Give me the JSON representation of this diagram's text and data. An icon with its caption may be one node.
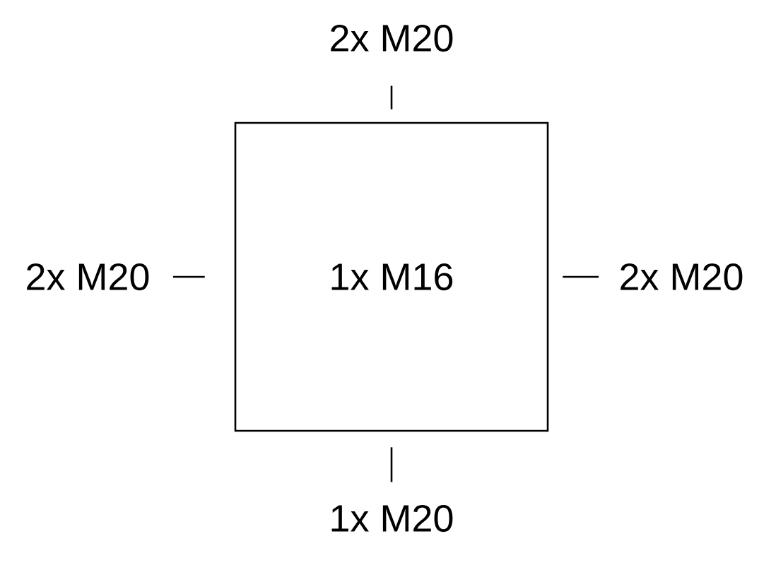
{
  "diagram": {
    "nodes": [
      {
        "text": [
          "1x M16"
        ]
      },
      {
        "text": [
          "2x M20"
        ]
      },
      {
        "text": [
          "2x M20"
        ]
      },
      {
        "text": [
          "2x M20"
        ]
      },
      {
        "text": [
          "1x M20"
        ]
      }
    ],
    "edges": [
      {
        "from": 1,
        "to": 0,
        "arrow": "none"
      },
      {
        "from": 2,
        "to": 0,
        "arrow": "none"
      },
      {
        "from": 3,
        "to": 0,
        "arrow": "none"
      },
      {
        "from": 4,
        "to": 0,
        "arrow": "none"
      }
    ]
  }
}
